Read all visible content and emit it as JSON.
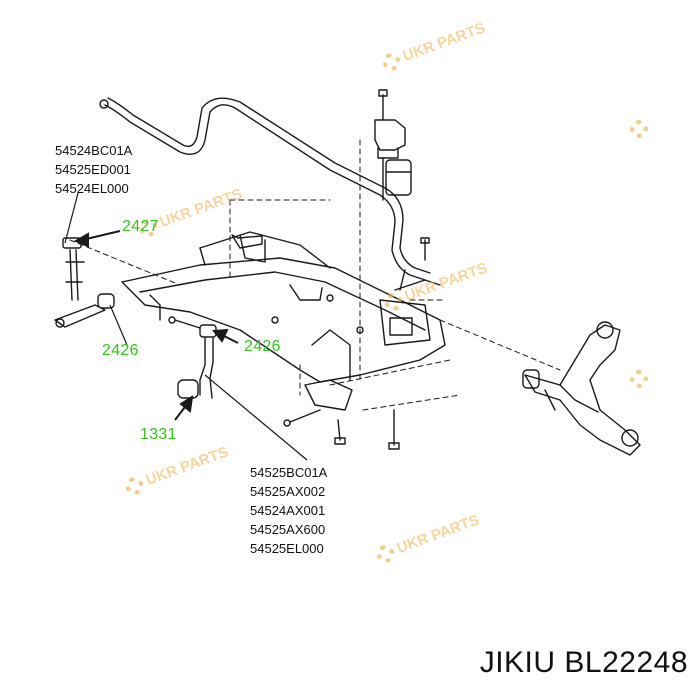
{
  "part_numbers_top": [
    "54524BC01A",
    "54525ED001",
    "54524EL000"
  ],
  "part_numbers_bottom": [
    "54525BC01A",
    "54525AX002",
    "54524AX001",
    "54525AX600",
    "54525EL000"
  ],
  "callouts": {
    "a": "2427",
    "b": "2426",
    "c": "2426",
    "d": "1331"
  },
  "watermark": "UKR PARTS",
  "brand_code": "JIKIU BL22248",
  "colors": {
    "callout": "#37c21f",
    "watermark": "#f0c070",
    "line": "#1a1a1a"
  }
}
